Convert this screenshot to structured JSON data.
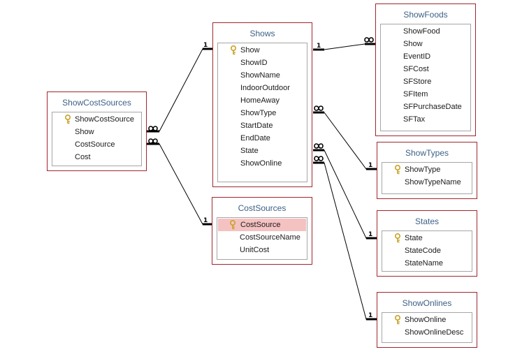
{
  "tables": {
    "showcostsources": {
      "title": "ShowCostSources",
      "fields": [
        "ShowCostSource",
        "Show",
        "CostSource",
        "Cost"
      ]
    },
    "shows": {
      "title": "Shows",
      "fields": [
        "Show",
        "ShowID",
        "ShowName",
        "IndoorOutdoor",
        "HomeAway",
        "ShowType",
        "StartDate",
        "EndDate",
        "State",
        "ShowOnline"
      ]
    },
    "costsources": {
      "title": "CostSources",
      "fields": [
        "CostSource",
        "CostSourceName",
        "UnitCost"
      ]
    },
    "showfoods": {
      "title": "ShowFoods",
      "fields": [
        "ShowFood",
        "Show",
        "EventID",
        "SFCost",
        "SFStore",
        "SFItem",
        "SFPurchaseDate",
        "SFTax"
      ]
    },
    "showtypes": {
      "title": "ShowTypes",
      "fields": [
        "ShowType",
        "ShowTypeName"
      ]
    },
    "states": {
      "title": "States",
      "fields": [
        "State",
        "StateCode",
        "StateName"
      ]
    },
    "showonlines": {
      "title": "ShowOnlines",
      "fields": [
        "ShowOnline",
        "ShowOnlineDesc"
      ]
    }
  },
  "relationship_labels": {
    "one": "1"
  },
  "colors": {
    "table_border": "#a1262d",
    "table_title": "#3d5f86",
    "selected_row": "#f5c2c2",
    "key_icon": "#c9a227"
  },
  "icons": {
    "primary_key": "key-icon",
    "many_side": "infinity-symbol"
  }
}
